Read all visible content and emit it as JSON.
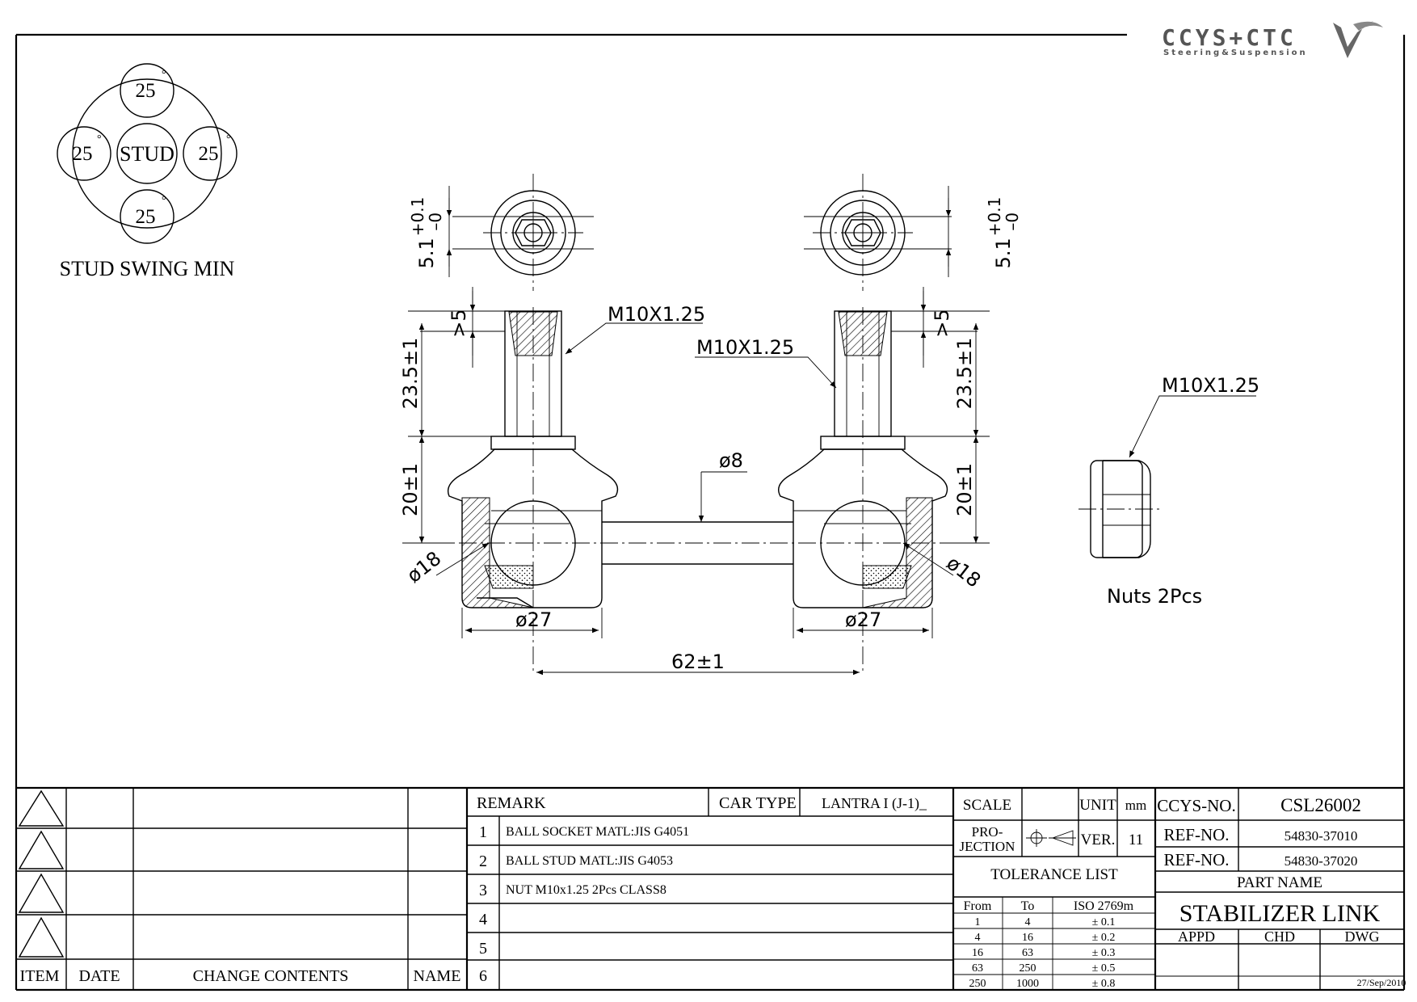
{
  "logo": {
    "brand": "CCYS+CTC",
    "tagline": "Steering&Suspension"
  },
  "swing": {
    "center_label": "STUD",
    "angle_value": "25",
    "degree_mark": "°",
    "caption": "STUD SWING MIN"
  },
  "dims": {
    "thread_label": "M10X1.25",
    "hex_flat": "5.1",
    "tol_plus": "+0.1",
    "tol_minus": "–0",
    "min_thread": ">5",
    "stud_length": "23.5±1",
    "ball_height": "20±1",
    "rod_dia": "ø8",
    "ball_dia": "ø18",
    "housing_dia": "ø27",
    "center_distance": "62±1",
    "nuts_caption": "Nuts 2Pcs"
  },
  "revision": {
    "headers": {
      "item": "ITEM",
      "date": "DATE",
      "change": "CHANGE CONTENTS",
      "name": "NAME"
    }
  },
  "remark": {
    "label": "REMARK",
    "car_type_label": "CAR TYPE",
    "car_type_value": "LANTRA I (J-1)_",
    "rows": [
      {
        "no": "1",
        "text": "BALL SOCKET MATL:JIS G4051"
      },
      {
        "no": "2",
        "text": "BALL STUD MATL:JIS G4053"
      },
      {
        "no": "3",
        "text": "NUT M10x1.25 2Pcs CLASS8"
      },
      {
        "no": "4",
        "text": ""
      },
      {
        "no": "5",
        "text": ""
      },
      {
        "no": "6",
        "text": ""
      }
    ]
  },
  "spec": {
    "scale_label": "SCALE",
    "unit_label": "UNIT",
    "unit_value": "mm",
    "projection_label_1": "PRO-",
    "projection_label_2": "JECTION",
    "ver_label": "VER.",
    "ver_value": "11",
    "tolerance_title": "TOLERANCE LIST",
    "tol_headers": {
      "from": "From",
      "to": "To",
      "iso": "ISO 2769m"
    },
    "tol_rows": [
      {
        "from": "1",
        "to": "4",
        "tol": "± 0.1"
      },
      {
        "from": "4",
        "to": "16",
        "tol": "± 0.2"
      },
      {
        "from": "16",
        "to": "63",
        "tol": "± 0.3"
      },
      {
        "from": "63",
        "to": "250",
        "tol": "± 0.5"
      },
      {
        "from": "250",
        "to": "1000",
        "tol": "± 0.8"
      }
    ]
  },
  "title": {
    "ccys_label": "CCYS-NO.",
    "ccys_value": "CSL26002",
    "ref1_label": "REF-NO.",
    "ref1_value": "54830-37010",
    "ref2_label": "REF-NO.",
    "ref2_value": "54830-37020",
    "part_name_label": "PART NAME",
    "part_name": "STABILIZER LINK",
    "appd": "APPD",
    "chd": "CHD",
    "dwg": "DWG",
    "date": "27/Sep/2010"
  }
}
